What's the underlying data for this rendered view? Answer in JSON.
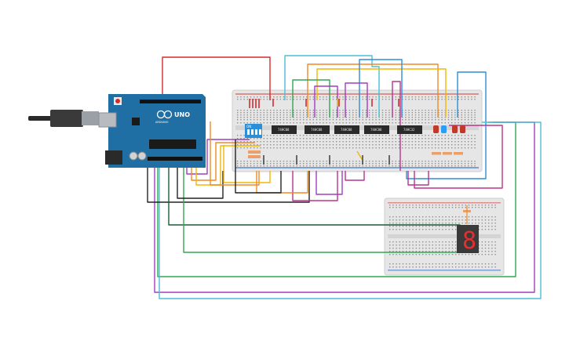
{
  "circuit": {
    "microcontroller": {
      "logo_text": "UNO",
      "model_text": "ARDUINO",
      "board_color": "#1f6fa5"
    },
    "chips": [
      {
        "label": "74HC08"
      },
      {
        "label": "74HC08"
      },
      {
        "label": "74HC08"
      },
      {
        "label": "74HC08"
      },
      {
        "label": "74HC32"
      }
    ],
    "dip_switch": {
      "label": "ON"
    },
    "seven_segment": {
      "digit": "8",
      "color": "#e03030"
    },
    "led_colors": [
      "#c0392b",
      "#2a9df4",
      "#c0392b",
      "#c0392b"
    ],
    "wire_colors": {
      "red": "#d62b2b",
      "green": "#2fa84f",
      "yellow": "#f2b705",
      "orange": "#f08a24",
      "purple": "#a23dbf",
      "magenta": "#b8338f",
      "blue": "#2d8fd6",
      "cyan": "#4bbfd6",
      "black": "#222222",
      "darkgreen": "#1f5c3a",
      "teal": "#2a7f8f"
    }
  }
}
